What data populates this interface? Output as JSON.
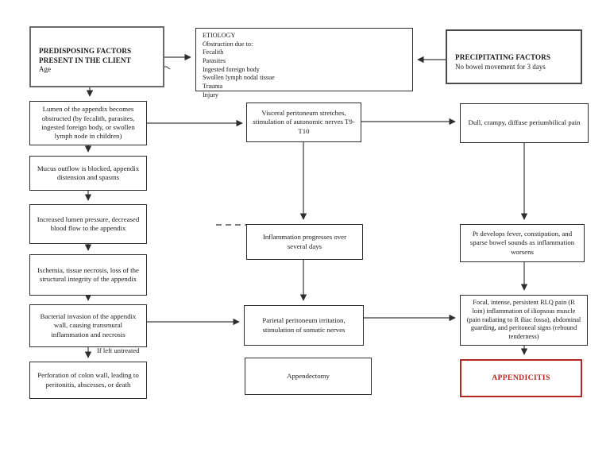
{
  "factors": {
    "predisposing": {
      "title": "PREDISPOSING FACTORS PRESENT IN THE CLIENT",
      "item": "Age"
    },
    "etiology": {
      "title": "ETIOLOGY",
      "lines": [
        "Obstruction due to:",
        "Fecalith",
        "Parasites",
        "Ingested foreign body",
        "Swollen lymph nodal tissue",
        "Trauma",
        "Injury"
      ]
    },
    "precipitating": {
      "title": "PRECIPITATING FACTORS",
      "item": "No bowel movement for 3 days"
    }
  },
  "flowchart": {
    "left": {
      "lumen_obstruction": "Lumen of the appendix becomes obstructed (by fecalith, parasites, ingested foreign body, or swollen lymph node in children)",
      "mucus_blocked": "Mucus outflow is blocked, appendix distension and spasms",
      "increased_pressure": "Increased lumen pressure, decreased blood flow to the appendix",
      "ischemia": "Ischemia, tissue necrosis, loss of the structural integrity of the appendix",
      "bacterial_invasion": "Bacterial invasion of the appendix wall, causing transmural inflammation and necrosis",
      "untreated_label": "If left untreated",
      "perforation": "Perforation of colon wall, leading to peritonitis, abscesses, or death"
    },
    "middle": {
      "visceral": "Visceral peritoneum stretches, stimulation of autonomic nerves T9-T10",
      "inflammation": "Inflammation progresses over several days",
      "parietal": "Parietal peritoneum irritation, stimulation of somatic nerves",
      "appendectomy": "Appendectomy"
    },
    "right": {
      "dull_pain": "Dull, crampy, diffuse periumbilical pain",
      "fever": "Pt develops fever, constipation, and sparse bowel sounds as inflammation worsens",
      "rlq_pain": "Focal, intense, persistent RLQ pain (R loin) inflammation of iliopsoas muscle (pain radiating to R iliac fossa), abdominal guarding, and peritoneal signs (rebound tenderness)",
      "diagnosis": "APPENDICITIS"
    }
  },
  "colors": {
    "diagnosis_red": "#b3271f",
    "line": "#2e2e2e"
  }
}
